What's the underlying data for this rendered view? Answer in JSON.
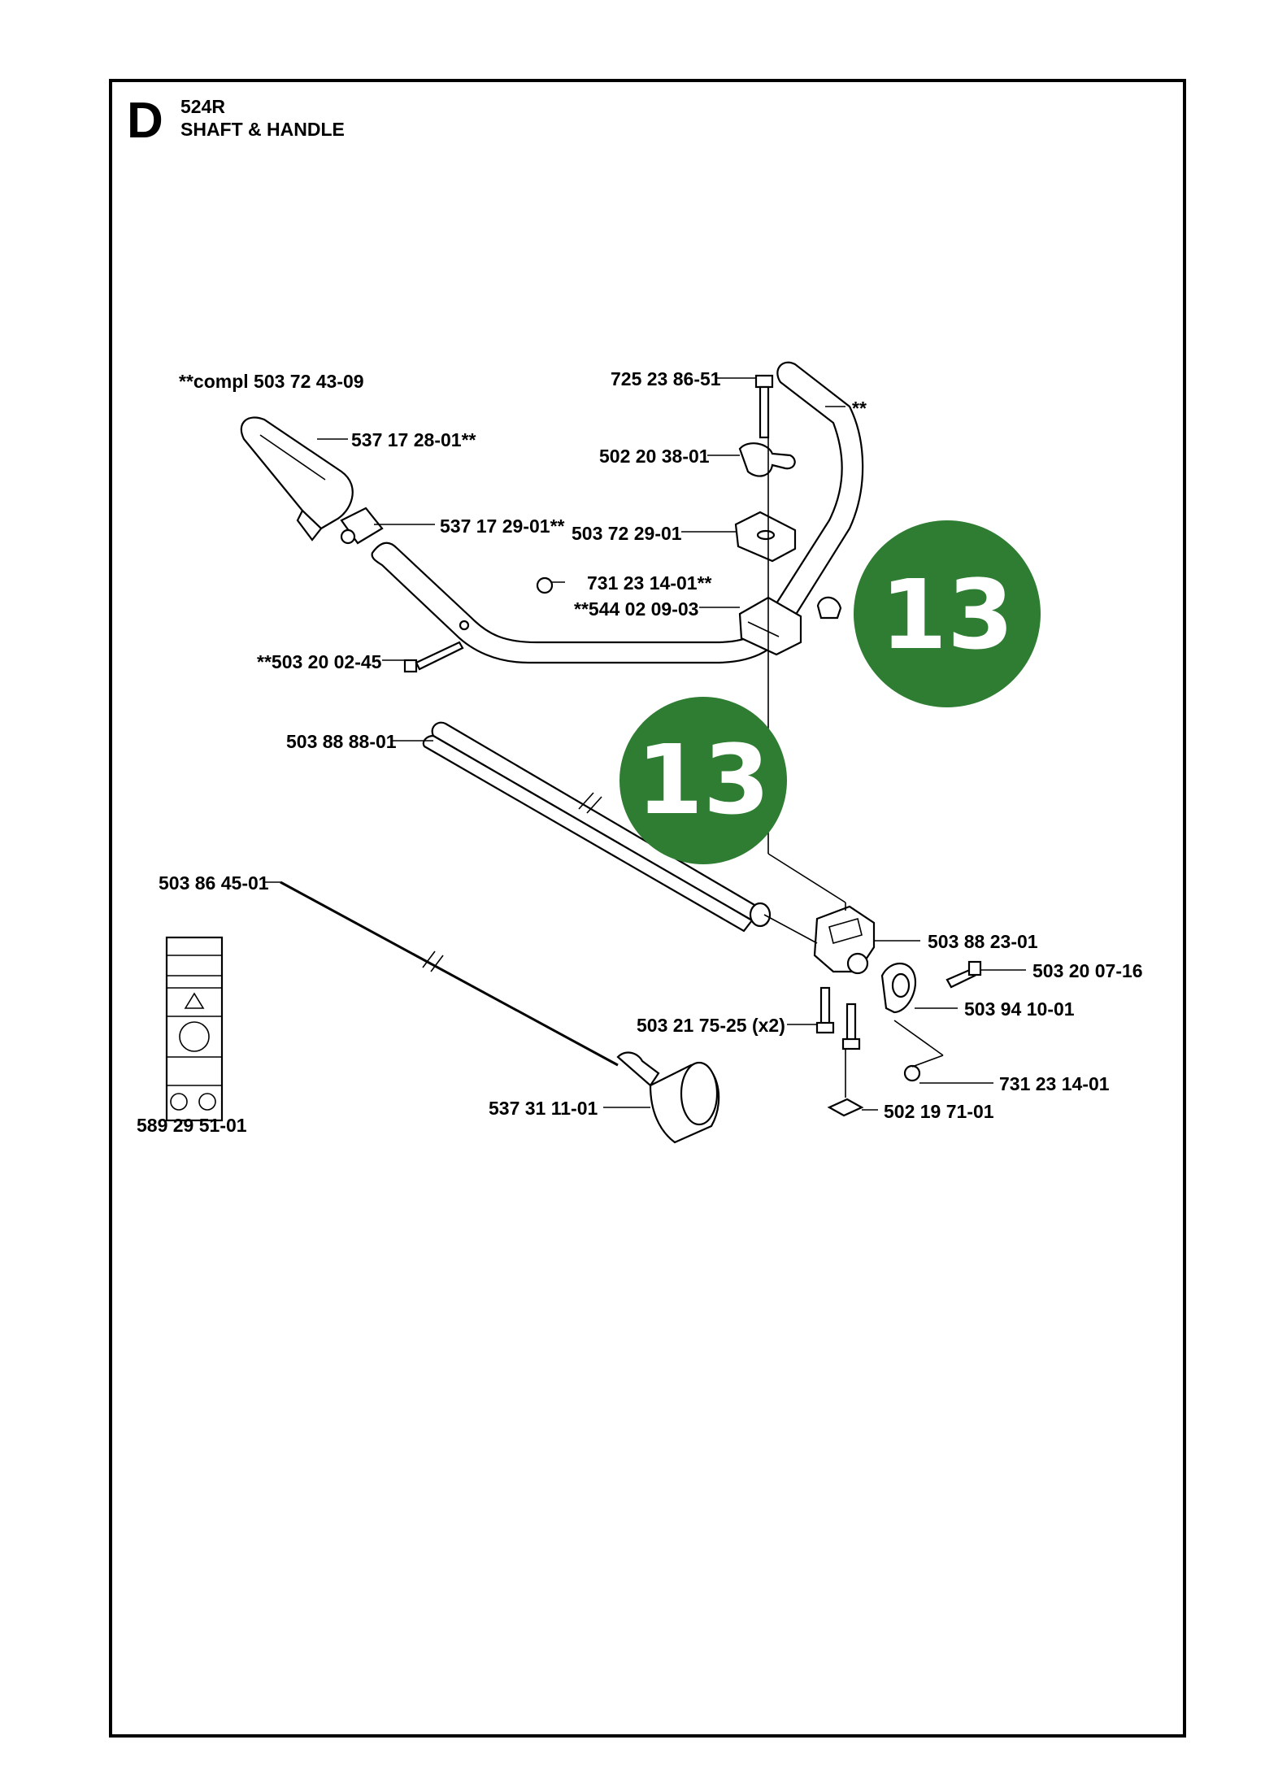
{
  "header": {
    "section": "D",
    "model": "524R",
    "title": "SHAFT & HANDLE"
  },
  "badge_color": "#2e7d32",
  "badges": [
    "13",
    "13"
  ],
  "parts": {
    "compl": "**compl 503 72 43-09",
    "grip": "537 17 28-01**",
    "grip_clamp": "537 17 29-01**",
    "screw_left": "**503 20 02-45",
    "bolt_top": "725 23 86-51",
    "knob": "502 20 38-01",
    "clamp_top": "503 72 29-01",
    "nut_handle": "731 23 14-01**",
    "clamp_bottom": "**544 02 09-03",
    "handlebar": "**",
    "tube": "503 88 88-01",
    "drive_shaft": "503 86 45-01",
    "bracket": "503 88 23-01",
    "screw_right": "503 20 07-16",
    "screws_x2": "503 21 75-25 (x2)",
    "clip": "503 94 10-01",
    "nut_bracket": "731 23 14-01",
    "square_nut": "502 19 71-01",
    "bearing": "537 31 11-01",
    "decal": "589 29 51-01"
  }
}
